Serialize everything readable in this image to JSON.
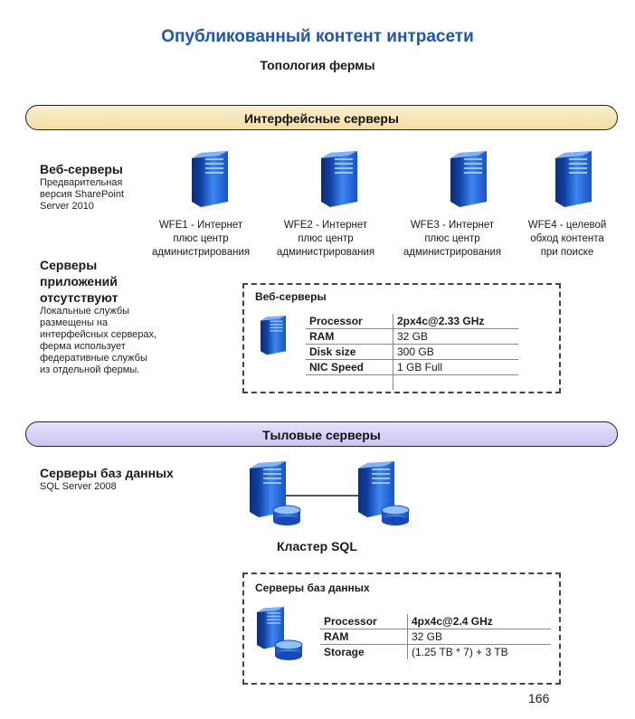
{
  "title": "Опубликованный контент интрасети",
  "subtitle": "Топология фермы",
  "front_band": "Интерфейсные серверы",
  "web_servers": {
    "heading": "Веб-серверы",
    "desc": [
      "Предварительная",
      "версия SharePoint",
      "Server 2010"
    ]
  },
  "wfe": [
    {
      "lines": [
        "WFE1 - Интернет",
        "плюс центр",
        "администрирования"
      ]
    },
    {
      "lines": [
        "WFE2 - Интернет",
        "плюс центр",
        "администрирования"
      ]
    },
    {
      "lines": [
        "WFE3 - Интернет",
        "плюс центр",
        "администрирования"
      ]
    },
    {
      "lines": [
        "WFE4 - целевой",
        "обход контента",
        "при поиске"
      ]
    }
  ],
  "app_servers": {
    "heading": [
      "Серверы",
      "приложений",
      "отсутствуют"
    ],
    "desc": [
      "Локальные службы",
      "размещены на",
      "интерфейсных серверах,",
      "ферма использует",
      "федеративные службы",
      "из отдельной фермы."
    ]
  },
  "web_box": {
    "title": "Веб-серверы",
    "rows": [
      {
        "key": "Processor",
        "value": "2px4c@2.33 GHz"
      },
      {
        "key": "RAM",
        "value": "32 GB"
      },
      {
        "key": "Disk size",
        "value": "300 GB"
      },
      {
        "key": "NIC Speed",
        "value": "1 GB Full"
      }
    ]
  },
  "back_band": "Тыловые серверы",
  "db_servers": {
    "heading": "Серверы баз данных",
    "desc": "SQL Server 2008"
  },
  "cluster_label": "Кластер SQL",
  "db_box": {
    "title": "Серверы баз данных",
    "rows": [
      {
        "key": "Processor",
        "value": "4px4c@2.4 GHz"
      },
      {
        "key": "RAM",
        "value": "32 GB"
      },
      {
        "key": "Storage",
        "value": "(1.25 TB * 7) + 3 TB"
      }
    ]
  },
  "page_number": "166",
  "colors": {
    "title": "#1e56b0",
    "server_blue": "#1f5fcf",
    "front_band": "#f2dca0",
    "back_band": "#c9c5f1"
  }
}
